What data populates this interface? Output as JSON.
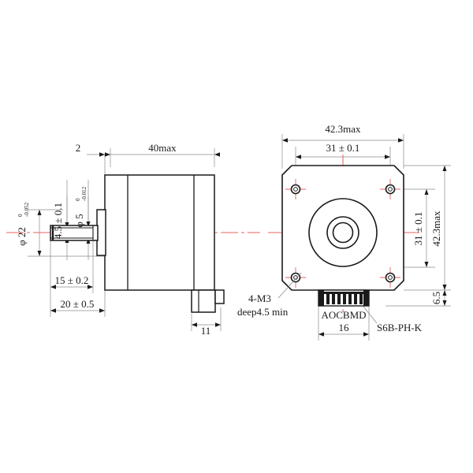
{
  "drawing": {
    "title": "NEMA 17 Stepper Motor Dimensional Drawing",
    "colors": {
      "outline": "#1a1a1a",
      "centerline": "#e8615c",
      "dimension": "#808080",
      "text": "#1a1a1a",
      "background": "#ffffff"
    }
  },
  "side_view": {
    "name": "side-view",
    "dimensions": {
      "front_plate_thickness": "2",
      "body_length": "40max",
      "shaft_flat_width": "4.5 ± 0.1",
      "shaft_diameter": "φ 5",
      "shaft_tol_upper": "0",
      "shaft_tol_lower": "-0.012",
      "pilot_diameter": "φ 22",
      "pilot_tol_upper": "0",
      "pilot_tol_lower": "-0.052",
      "flat_length": "15 ± 0.2",
      "shaft_length": "20 ± 0.5",
      "connector_width": "11"
    }
  },
  "front_view": {
    "name": "front-view",
    "dimensions": {
      "body_width_max": "42.3max",
      "bolt_circle_horizontal": "31 ± 0.1",
      "bolt_circle_vertical": "31 ± 0.1",
      "body_height_max": "42.3max",
      "connector_height": "6.5",
      "connector_width": "16"
    },
    "annotations": {
      "mounting_holes_line1": "4-M3",
      "mounting_holes_line2": "deep4.5 min",
      "connector_brand": "AOCBMD",
      "connector_part": "S6B-PH-K"
    }
  }
}
